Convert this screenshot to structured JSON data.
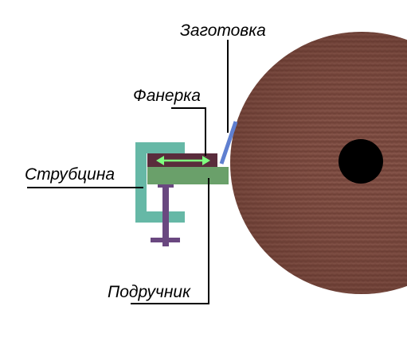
{
  "labels": {
    "workpiece": "Заготовка",
    "plywood": "Фанерка",
    "clamp": "Струбцина",
    "tool_rest": "Подручник"
  },
  "colors": {
    "wheel": "#7a4a40",
    "wheel_hub": "#000000",
    "clamp": "#66b8a6",
    "clamp_screw": "#6a4880",
    "plywood": "#5a2c3c",
    "tool_rest": "#6aa06a",
    "workpiece": "#5f7fd0",
    "arrow": "#7fff7f",
    "leader_lines": "#000000"
  },
  "indicators": {
    "plywood_arrow": "double-headed-arrow"
  }
}
